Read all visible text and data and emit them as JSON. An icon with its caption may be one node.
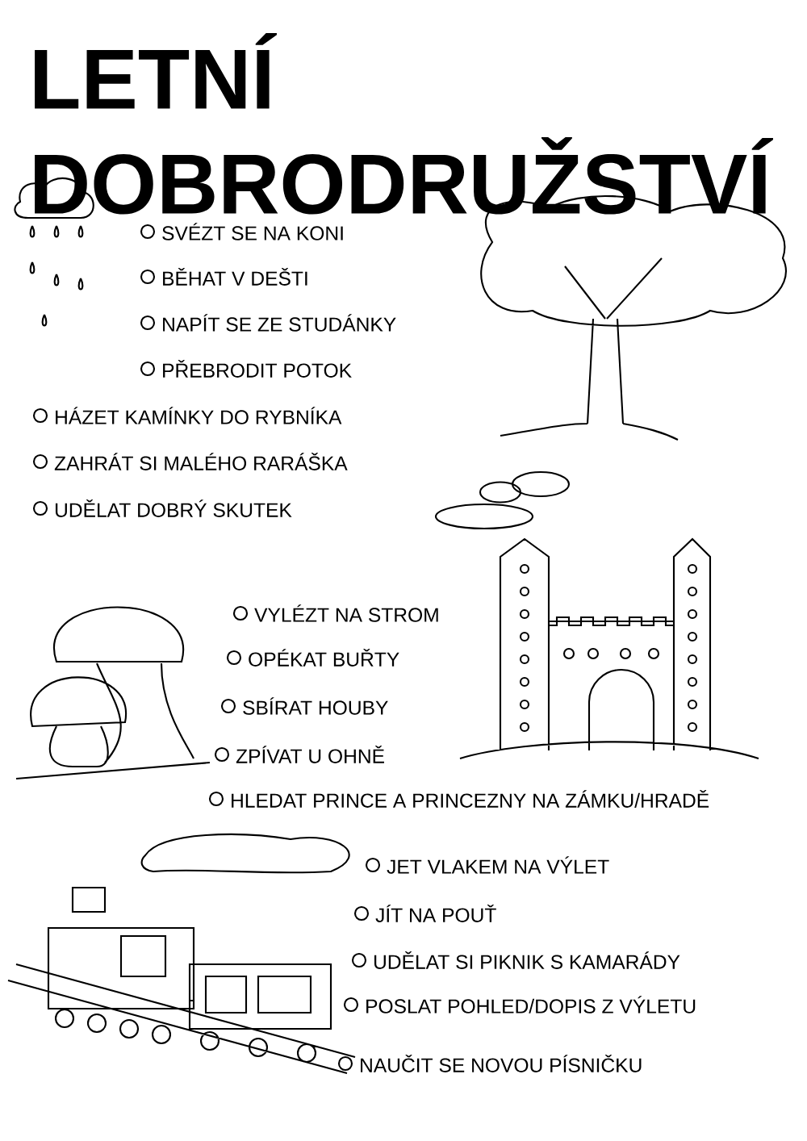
{
  "diagram": {
    "title": "LETNÍ DOBRODRUŽSTVÍ",
    "labels": [
      "SVÉZT SE NA KONI",
      "BĚHAT V DEŠTI",
      "NAPÍT SE ZE STUDÁNKY",
      "PŘEBRODIT POTOK",
      "HÁZET KAMÍNKY DO RYBNÍKA",
      "ZAHRÁT SI MALÉHO RARÁŠKA",
      "UDĚLAT DOBRÝ SKUTEK",
      "VYLÉZT NA STROM",
      "OPÉKAT BUŘTY",
      "SBÍRAT HOUBY",
      "ZPÍVAT U OHNĚ",
      "HLEDAT PRINCE A PRINCEZNY NA ZÁMKU/HRADĚ",
      "JET VLAKEM NA VÝLET",
      "JÍT NA POUŤ",
      "UDĚLAT SI PIKNIK S KAMARÁDY",
      "POSLAT POHLED/DOPIS Z VÝLETU",
      "NAUČIT SE NOVOU PÍSNIČKU"
    ]
  }
}
